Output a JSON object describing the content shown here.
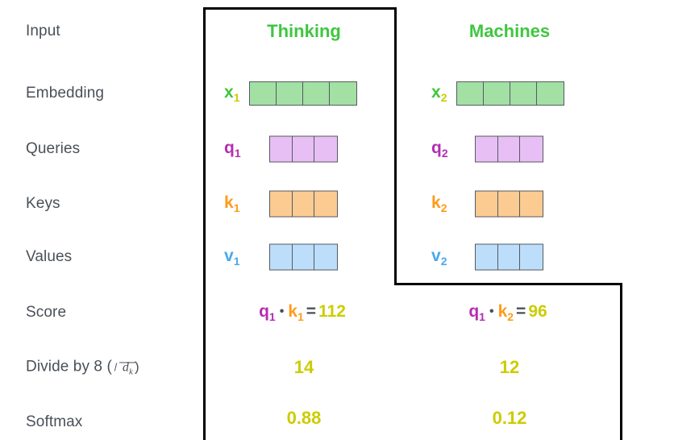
{
  "colors": {
    "label_gray": "#4a5058",
    "green": "#3fc63f",
    "green_fill": "#a3e0a3",
    "purple": "#b32eb3",
    "purple_fill": "#e8bff5",
    "orange": "#ff9b1a",
    "orange_fill": "#fbcb92",
    "blue": "#4aa9ec",
    "blue_fill": "#bcdefb",
    "olive": "#cccc00",
    "cell_border": "#555a63",
    "outline": "#000000"
  },
  "row_labels": [
    {
      "text": "Input"
    },
    {
      "text": "Embedding"
    },
    {
      "text": "Queries"
    },
    {
      "text": "Keys"
    },
    {
      "text": "Values"
    },
    {
      "text": "Score"
    },
    {
      "text": "Divide by 8 (",
      "math": true,
      "sqrt_base": "d",
      "sqrt_sub": "k",
      "text_after": ")"
    },
    {
      "text": "Softmax"
    }
  ],
  "columns": [
    {
      "header": "Thinking"
    },
    {
      "header": "Machines"
    }
  ],
  "vectors": {
    "embedding": [
      {
        "letter": "x",
        "sub": "1",
        "cells": 4
      },
      {
        "letter": "x",
        "sub": "2",
        "cells": 4
      }
    ],
    "queries": [
      {
        "letter": "q",
        "sub": "1",
        "cells": 3
      },
      {
        "letter": "q",
        "sub": "2",
        "cells": 3
      }
    ],
    "keys": [
      {
        "letter": "k",
        "sub": "1",
        "cells": 3
      },
      {
        "letter": "k",
        "sub": "2",
        "cells": 3
      }
    ],
    "values": [
      {
        "letter": "v",
        "sub": "1",
        "cells": 3
      },
      {
        "letter": "v",
        "sub": "2",
        "cells": 3
      }
    ]
  },
  "score": [
    {
      "q": "q",
      "q_sub": "1",
      "dot": "•",
      "k": "k",
      "k_sub": "1",
      "eq": "=",
      "result": "112"
    },
    {
      "q": "q",
      "q_sub": "1",
      "dot": "•",
      "k": "k",
      "k_sub": "2",
      "eq": "=",
      "result": "96"
    }
  ],
  "divide": [
    {
      "value": "14"
    },
    {
      "value": "12"
    }
  ],
  "softmax": [
    {
      "value": "0.88"
    },
    {
      "value": "0.12"
    }
  ]
}
